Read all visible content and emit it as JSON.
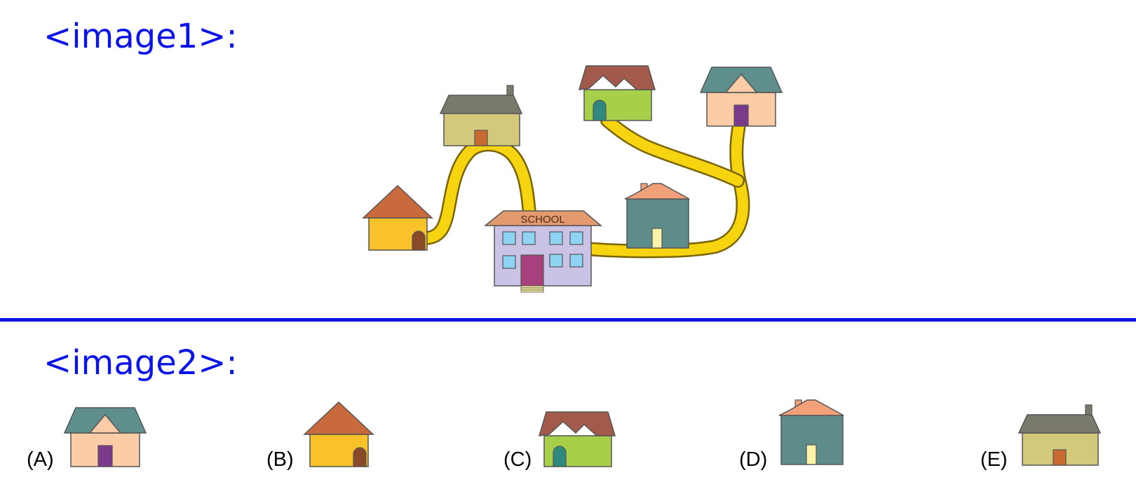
{
  "panels": {
    "image1_label": "<image1>:",
    "image2_label": "<image2>:"
  },
  "map": {
    "school_sign": "SCHOOL"
  },
  "options": [
    {
      "label": "(A)",
      "house": "peach-house-teal-roof-purple-door"
    },
    {
      "label": "(B)",
      "house": "yellow-house-orange-roof-arched-door"
    },
    {
      "label": "(C)",
      "house": "green-house-brown-wavy-roof-arched-door"
    },
    {
      "label": "(D)",
      "house": "teal-house-salmon-roof-chimney"
    },
    {
      "label": "(E)",
      "house": "khaki-house-gray-roof-chimney"
    }
  ],
  "colors": {
    "label_blue": "#0a14e6",
    "road_yellow": "#f6d410",
    "school_wall": "#cac3e6",
    "school_window": "#8fd3f4",
    "school_door": "#a8407e"
  }
}
